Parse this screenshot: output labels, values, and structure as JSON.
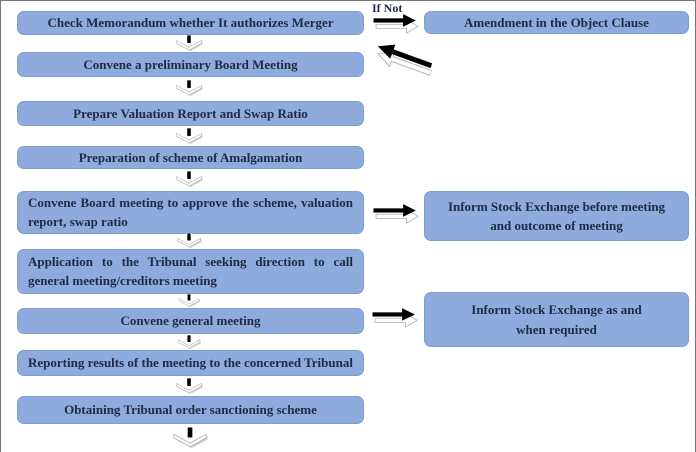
{
  "labels": {
    "if_not": "If Not"
  },
  "steps": [
    "Check Memorandum whether It authorizes Merger",
    "Convene a preliminary Board Meeting",
    "Prepare Valuation Report and Swap Ratio",
    "Preparation of scheme of Amalgamation",
    "Convene Board meeting to approve the scheme, valuation report, swap ratio",
    "Application to the Tribunal seeking direction to call general meeting/creditors meeting",
    "Convene general meeting",
    "Reporting results of the meeting to the concerned Tribunal",
    "Obtaining Tribunal order sanctioning scheme"
  ],
  "side_boxes": [
    "Amendment in the Object Clause",
    "Inform Stock Exchange before meeting and outcome of meeting",
    "Inform Stock Exchange as and when required"
  ],
  "icons": {
    "down_arrow": "down-arrow-icon",
    "right_arrow": "right-arrow-icon",
    "diagonal_arrow": "diagonal-down-left-arrow-icon"
  },
  "colors": {
    "box_fill": "#8FAADC",
    "box_border": "#7B9FD4",
    "text": "#1F2A44",
    "arrow_black": "#000000",
    "arrow_ghost_fill": "#FFFFFF",
    "arrow_ghost_border": "#B5B5B5",
    "frame_border": "#777777"
  }
}
